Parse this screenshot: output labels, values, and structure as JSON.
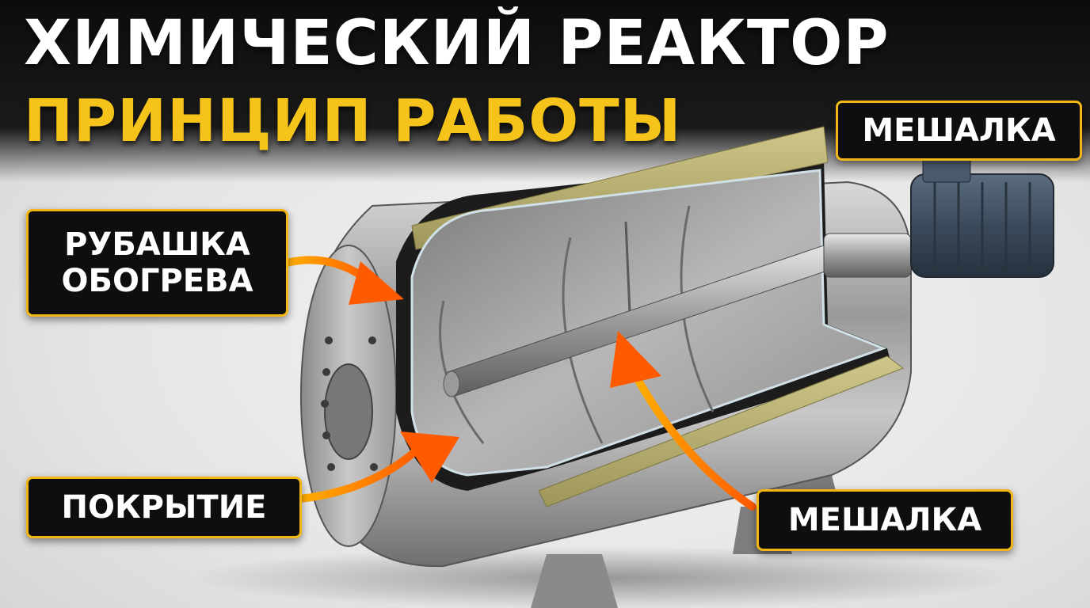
{
  "header": {
    "title_line1": "ХИМИЧЕСКИЙ РЕАКТОР",
    "title_line2": "ПРИНЦИП РАБОТЫ"
  },
  "labels": {
    "jacket_line1": "РУБАШКА",
    "jacket_line2": "ОБОГРЕВА",
    "coating": "ПОКРЫТИЕ",
    "mixer_bottom": "МЕШАЛКА",
    "mixer_top": "МЕШАЛКА"
  },
  "colors": {
    "accent_yellow": "#f5c31a",
    "arrow_orange": "#ff6a00",
    "label_background": "#0e0e0e"
  }
}
